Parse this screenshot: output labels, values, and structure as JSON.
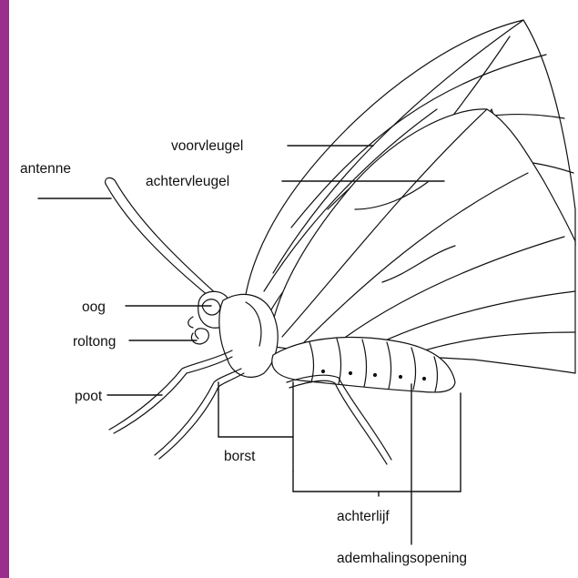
{
  "colors": {
    "sidebar": "#9a2e8c",
    "ink": "#111111",
    "background": "#ffffff"
  },
  "labels": {
    "voorvleugel": "voorvleugel",
    "achtervleugel": "achtervleugel",
    "antenne": "antenne",
    "oog": "oog",
    "roltong": "roltong",
    "poot": "poot",
    "borst": "borst",
    "achterlijf": "achterlijf",
    "ademhalingsopening": "ademhalingsopening"
  }
}
